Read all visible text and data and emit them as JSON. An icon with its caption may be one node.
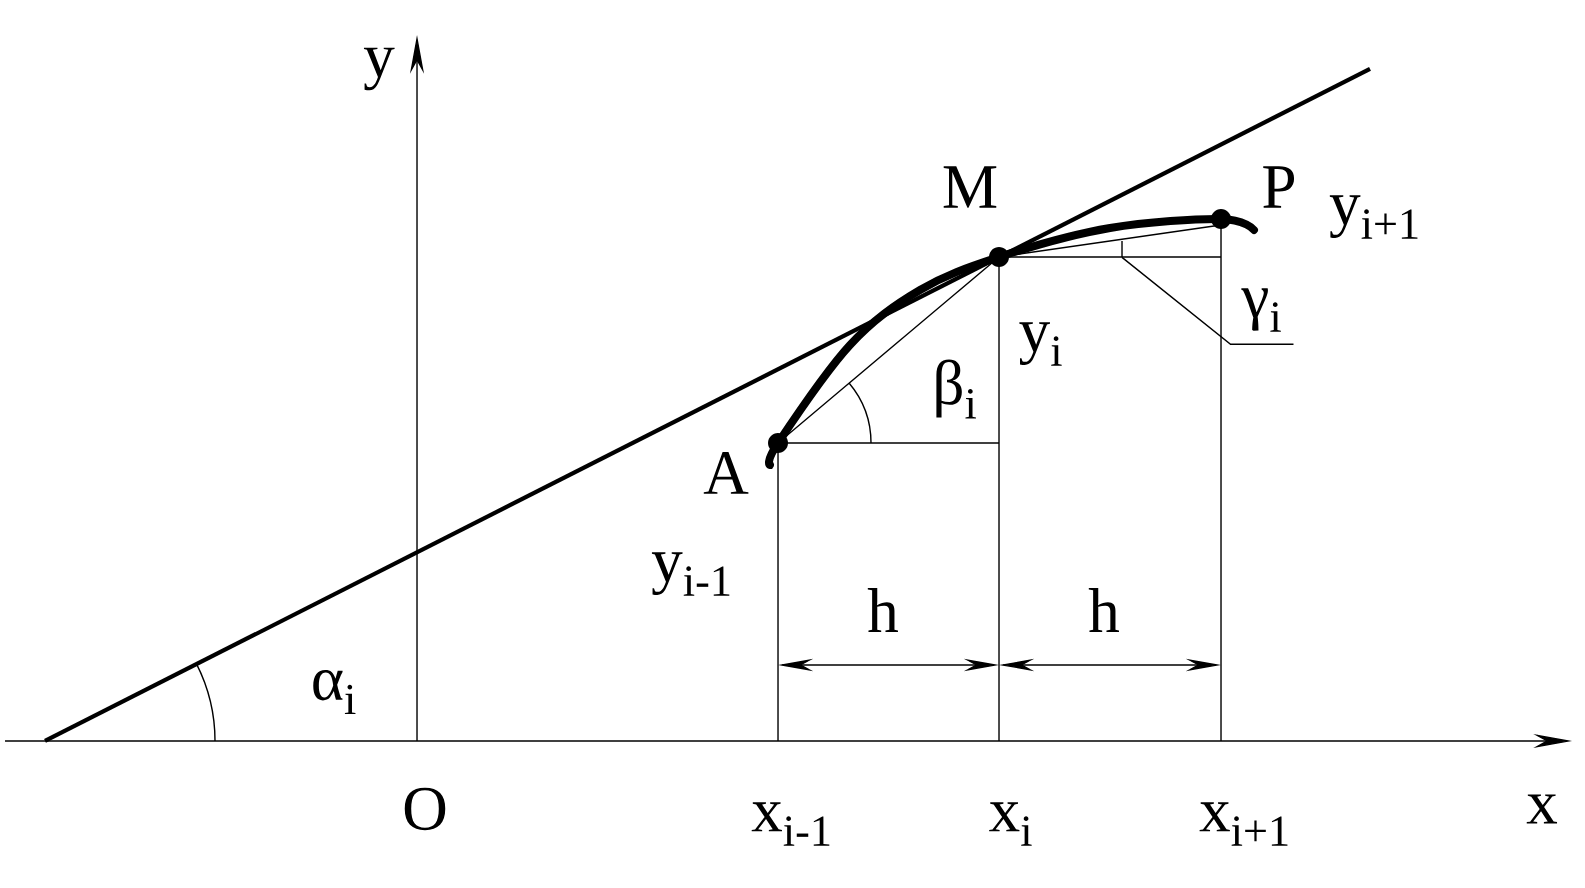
{
  "diagram": {
    "nodes": [
      {
        "text": [
          "γ$_{i}$"
        ]
      },
      {
        "text": [],
        "shape": "bar"
      }
    ],
    "edges": [
      {
        "from": 0,
        "to": 1,
        "arrow": "none"
      }
    ],
    "labels": [
      "y",
      "M",
      "P",
      "y$_{i+1}$",
      "y$_{i}$",
      "β$_{i}$",
      "A",
      "y$_{i-1}$",
      "h",
      "h",
      "α$_{i}$",
      "O",
      "x$_{i-1}$",
      "x$_{i}$",
      "x$_{i+1}$",
      "x"
    ]
  }
}
